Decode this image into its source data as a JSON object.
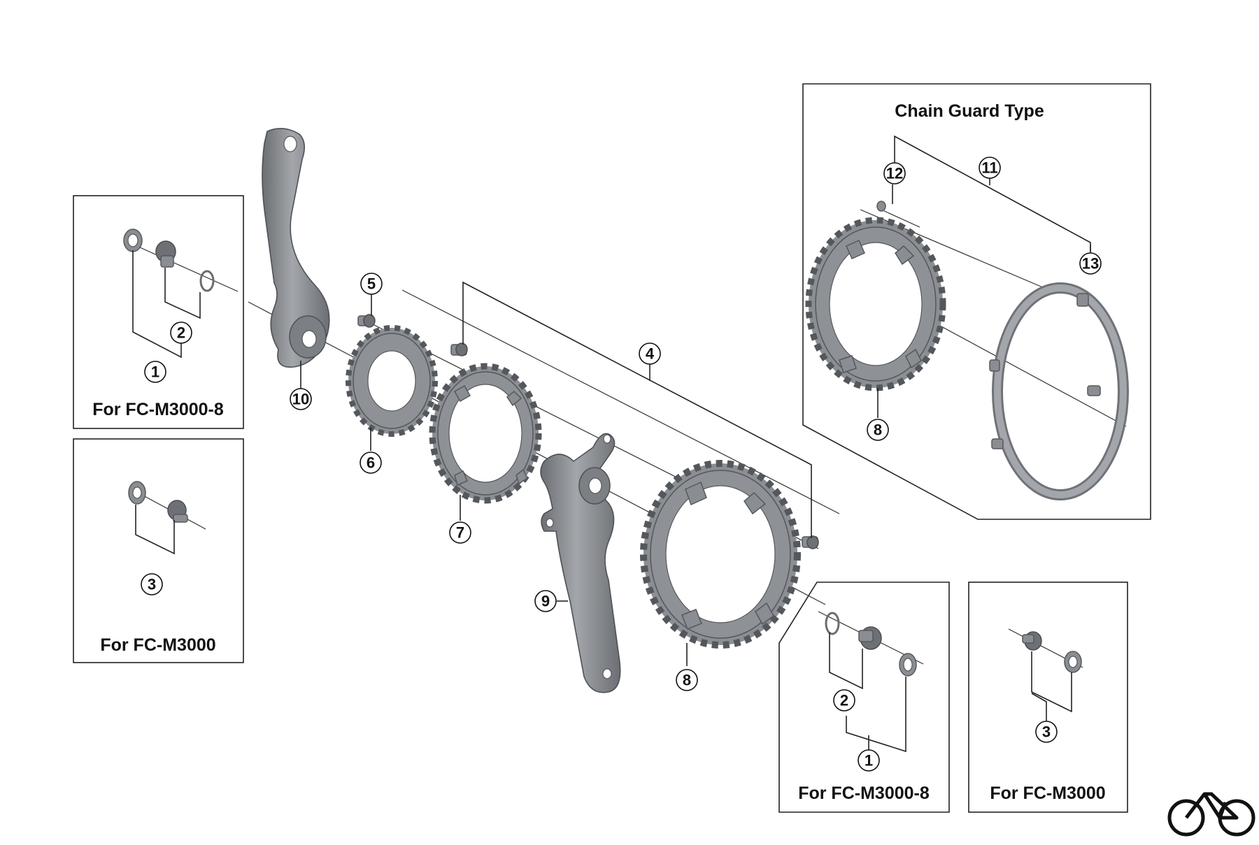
{
  "boxes": {
    "left_top_label": "For FC-M3000-8",
    "left_bottom_label": "For FC-M3000",
    "right_bottom_a_label": "For FC-M3000-8",
    "right_bottom_b_label": "For FC-M3000",
    "chain_guard_title": "Chain Guard Type"
  },
  "callouts": {
    "c1a": "1",
    "c2a": "2",
    "c3a": "3",
    "c4": "4",
    "c5": "5",
    "c6": "6",
    "c7": "7",
    "c8a": "8",
    "c9": "9",
    "c10": "10",
    "c11": "11",
    "c12": "12",
    "c13": "13",
    "c8b": "8",
    "c2b": "2",
    "c1b": "1",
    "c3b": "3"
  },
  "icons": {
    "corner_logo": "bicycle-icon"
  }
}
